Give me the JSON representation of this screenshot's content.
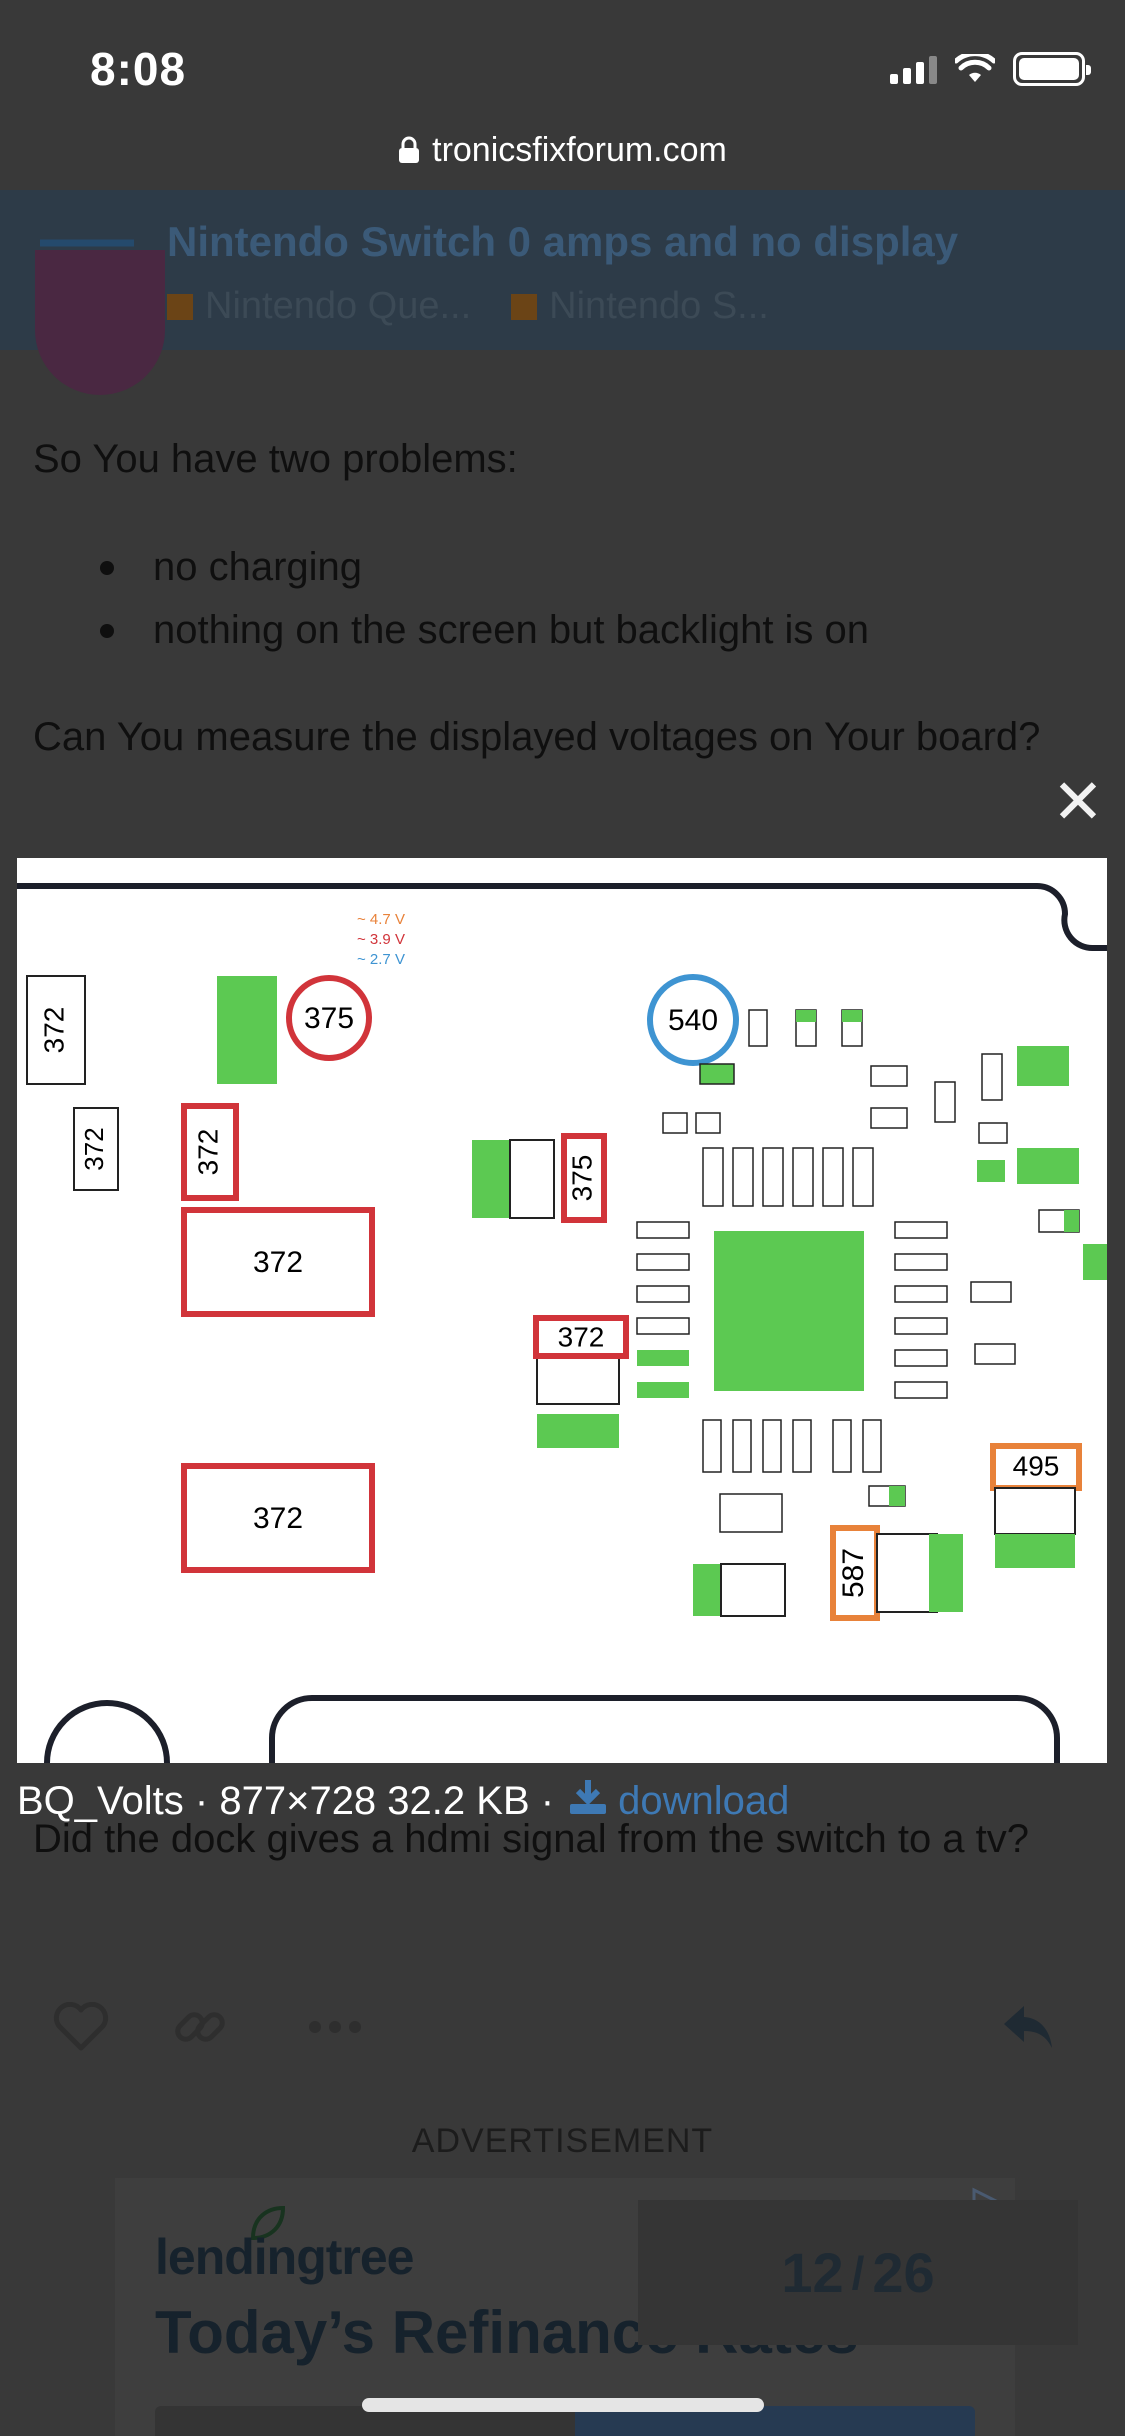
{
  "status": {
    "time": "8:08"
  },
  "url": {
    "domain": "tronicsfixforum.com"
  },
  "topic": {
    "title": "Nintendo Switch 0 amps and no display",
    "categories": [
      "Nintendo Que...",
      "Nintendo S..."
    ]
  },
  "post": {
    "intro": "So You have two problems:",
    "bullets": [
      "no charging",
      "nothing on the screen but backlight is on"
    ],
    "question": "Can You measure the displayed voltages on Your board?",
    "followup": "Did the dock gives a hdmi signal from the switch to a tv?"
  },
  "lightbox": {
    "close": "✕",
    "caption_name": "BQ_Volts",
    "caption_sep": "·",
    "caption_info": "877×728 32.2 KB",
    "caption_sep2": "·",
    "download_label": "download",
    "legend": [
      "~ 4.7 V",
      "~ 3.9 V",
      "~ 2.7 V"
    ],
    "colors": {
      "orange": "#e8823a",
      "red": "#d1343a",
      "blue": "#3e94d2",
      "green": "#5cc952"
    }
  },
  "actions": [
    "heart-icon",
    "link-icon",
    "more-icon",
    "reply-icon"
  ],
  "ad": {
    "label": "ADVERTISEMENT",
    "brand": "lendingtree",
    "headline": "Today’s Refinance Rates"
  },
  "pagination": {
    "current": "12",
    "separator": "/",
    "total": "26"
  }
}
